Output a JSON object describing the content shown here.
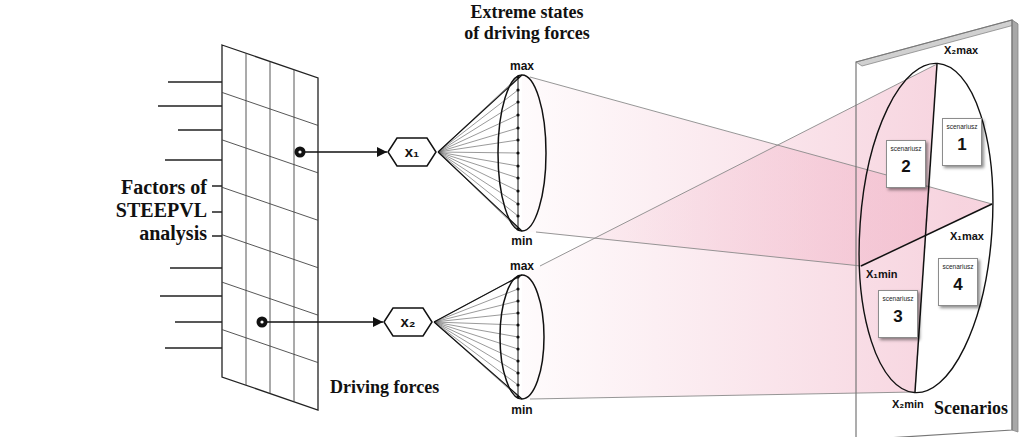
{
  "diagram": {
    "nodes": [
      {
        "text": [
          "Factors of STEEPVL analysis"
        ]
      },
      {
        "text": [
          "x₁"
        ]
      },
      {
        "text": [
          "x₂"
        ]
      },
      {
        "text": [
          "Scenarios"
        ]
      },
      {
        "text": [
          "scenariusz",
          "1"
        ],
        "in": 3
      },
      {
        "text": [
          "scenariusz",
          "2"
        ],
        "in": 3
      },
      {
        "text": [
          "scenariusz",
          "3"
        ],
        "in": 3
      },
      {
        "text": [
          "scenariusz",
          "4"
        ],
        "in": 3
      }
    ],
    "edges": [
      {
        "from": 0,
        "to": 1,
        "arrow": "to"
      },
      {
        "from": 0,
        "to": 2,
        "arrow": "to"
      }
    ],
    "labels": [
      "Extreme states of driving forces",
      "max",
      "min",
      "max",
      "min",
      "Driving forces",
      "X₂max",
      "X₁min",
      "X₁max",
      "X₂min"
    ]
  }
}
